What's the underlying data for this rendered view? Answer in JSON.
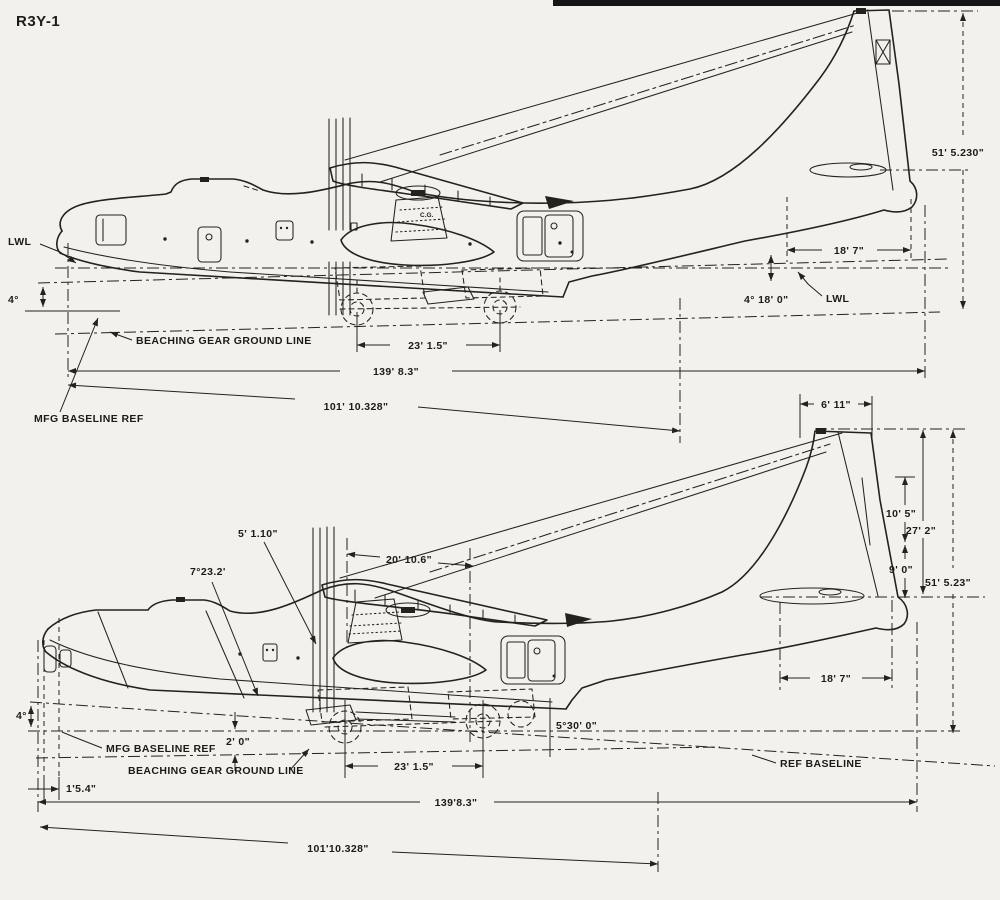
{
  "title": "R3Y-1",
  "colors": {
    "ink": "#24221f",
    "paper": "#f2f1ee",
    "scan_edge": "#161616"
  },
  "top_view": {
    "description": "upper side elevation",
    "labels": {
      "height": "51' 5.230\"",
      "tail_chord": "18' 7\"",
      "lwl_right": "LWL",
      "trim_angle": "4° 18' 0\"",
      "lwl_left": "LWL",
      "keel_angle": "4°",
      "ground_line": "BEACHING GEAR GROUND LINE",
      "gear_spacing": "23' 1.5\"",
      "overall_length": "139' 8.3\"",
      "hull_length": "101' 10.328\"",
      "baseline_ref": "MFG BASELINE REF",
      "cg": "C.G."
    }
  },
  "bottom_view": {
    "description": "lower side elevation",
    "labels": {
      "fin_tip_chord": "6' 11\"",
      "fin_upper_span": "10' 5\"",
      "tail_height": "27' 2\"",
      "fin_lower_span": "9' 0\"",
      "height": "51' 5.23\"",
      "prop_clearance": "5' 1.10\"",
      "bow_angle": "7°23.2'",
      "wing_chord": "20' 10.6\"",
      "tail_chord": "18' 7\"",
      "sternpost_angle": "5°30' 0\"",
      "baseline_offset": "2' 0\"",
      "keel_angle": "4°",
      "baseline_ref": "MFG BASELINE REF",
      "ground_line": "BEACHING GEAR GROUND LINE",
      "nose_offset": "1'5.4\"",
      "gear_spacing": "23' 1.5\"",
      "ref_baseline": "REF BASELINE",
      "overall_length": "139'8.3\"",
      "hull_length": "101'10.328\""
    }
  }
}
